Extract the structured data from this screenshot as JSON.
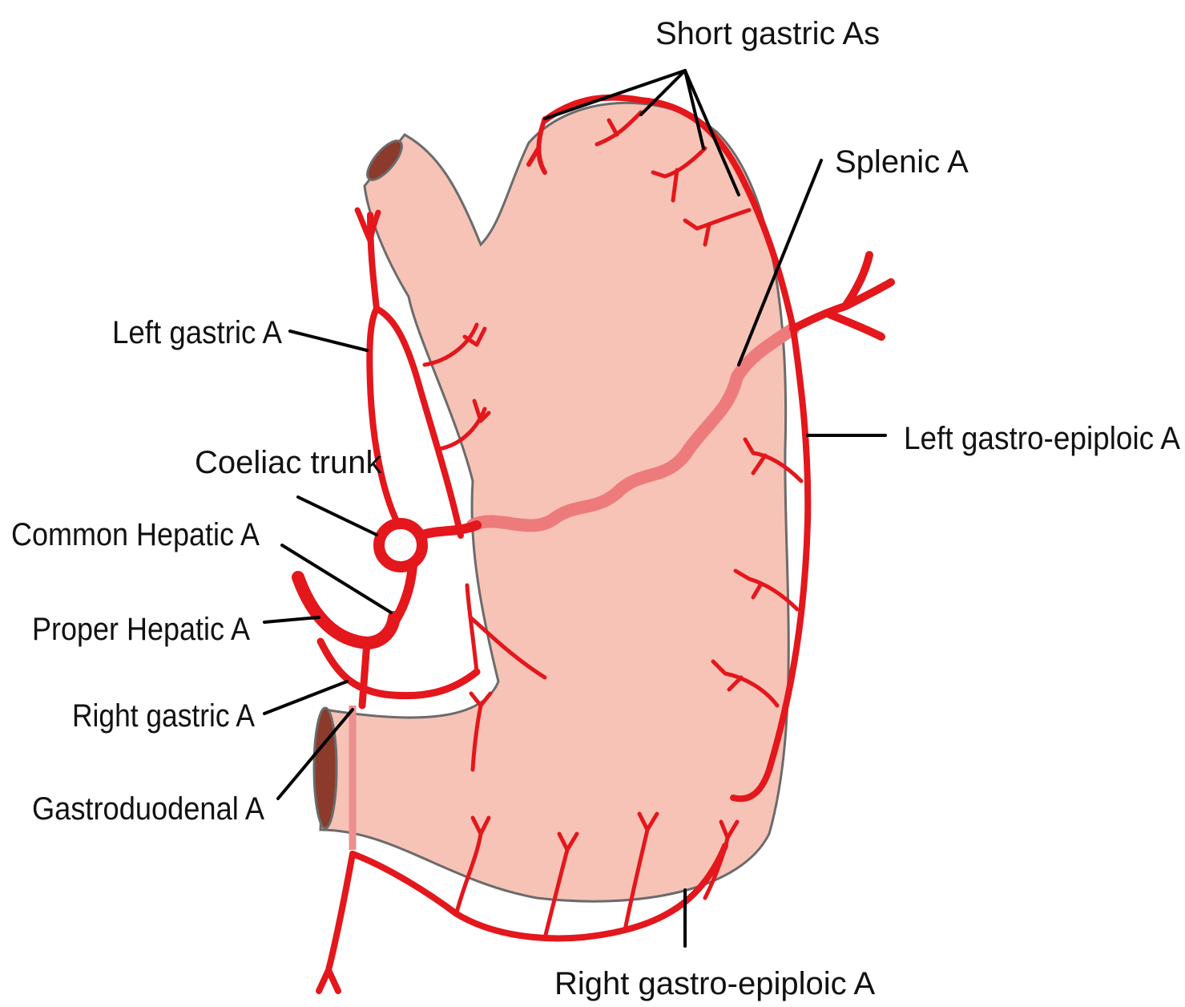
{
  "labels": {
    "short_gastric": "Short gastric As",
    "splenic": "Splenic A",
    "left_gastric": "Left gastric A",
    "left_gastro_epiploic": "Left gastro-epiploic A",
    "coeliac_trunk": "Coeliac trunk",
    "common_hepatic": "Common Hepatic A",
    "proper_hepatic": "Proper Hepatic A",
    "right_gastric": "Right gastric A",
    "gastroduodenal": "Gastroduodenal A",
    "right_gastro_epiploic": "Right gastro-epiploic A"
  },
  "colors": {
    "artery": "#e3171c",
    "splenic_artery": "#ee7b7b",
    "stomach_fill": "#f7c3b7",
    "stomach_outline": "#6b6b6b",
    "lumen": "#8b3a2b",
    "leader_line": "#000000",
    "text": "#111111"
  }
}
